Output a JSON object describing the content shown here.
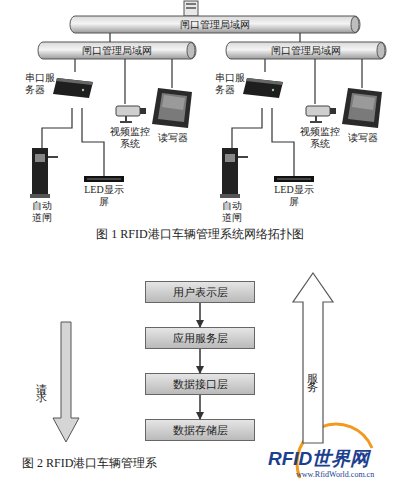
{
  "diagram": {
    "nodes": [
      {
        "text": [
          "闸口管理局域网"
        ]
      },
      {
        "text": [
          "闸口管理局域网"
        ]
      },
      {
        "text": [
          "闸口管理局域网"
        ]
      },
      {
        "text": [
          "串口服务器"
        ]
      },
      {
        "text": [
          "视频监控系统"
        ]
      },
      {
        "text": [
          "读写器"
        ]
      },
      {
        "text": [
          "自动道闸"
        ]
      },
      {
        "text": [
          "LED显示屏"
        ]
      },
      {
        "text": [
          "串口服务器"
        ]
      },
      {
        "text": [
          "视频监控系统"
        ]
      },
      {
        "text": [
          "读写器"
        ]
      },
      {
        "text": [
          "自动道闸"
        ]
      },
      {
        "text": [
          "LED显示屏"
        ]
      },
      {
        "text": [
          "用户表示层"
        ]
      },
      {
        "text": [
          "应用服务层"
        ]
      },
      {
        "text": [
          "数据接口层"
        ]
      },
      {
        "text": [
          "数据存储层"
        ]
      },
      {
        "text": [
          "请求"
        ]
      },
      {
        "text": [
          "服务"
        ]
      }
    ],
    "edges": [
      {
        "from": 0,
        "to": 1,
        "arrow": "none"
      },
      {
        "from": 0,
        "to": 2,
        "arrow": "none"
      },
      {
        "from": 1,
        "to": 3,
        "arrow": "none"
      },
      {
        "from": 1,
        "to": 4,
        "arrow": "none"
      },
      {
        "from": 1,
        "to": 5,
        "arrow": "none"
      },
      {
        "from": 3,
        "to": 6,
        "arrow": "none"
      },
      {
        "from": 3,
        "to": 7,
        "arrow": "none"
      },
      {
        "from": 2,
        "to": 8,
        "arrow": "none"
      },
      {
        "from": 2,
        "to": 9,
        "arrow": "none"
      },
      {
        "from": 2,
        "to": 10,
        "arrow": "none"
      },
      {
        "from": 8,
        "to": 11,
        "arrow": "none"
      },
      {
        "from": 8,
        "to": 12,
        "arrow": "none"
      },
      {
        "from": 13,
        "to": 14,
        "arrow": "to"
      },
      {
        "from": 14,
        "to": 15,
        "arrow": "to"
      },
      {
        "from": 15,
        "to": 16,
        "arrow": "to"
      }
    ],
    "labels": [
      "图 1 RFID港口车辆管理系统网络拓扑图",
      "图 2 RFID港口车辆管理系",
      "RFID世界网",
      "www.RfidWorld.com.cn"
    ]
  }
}
